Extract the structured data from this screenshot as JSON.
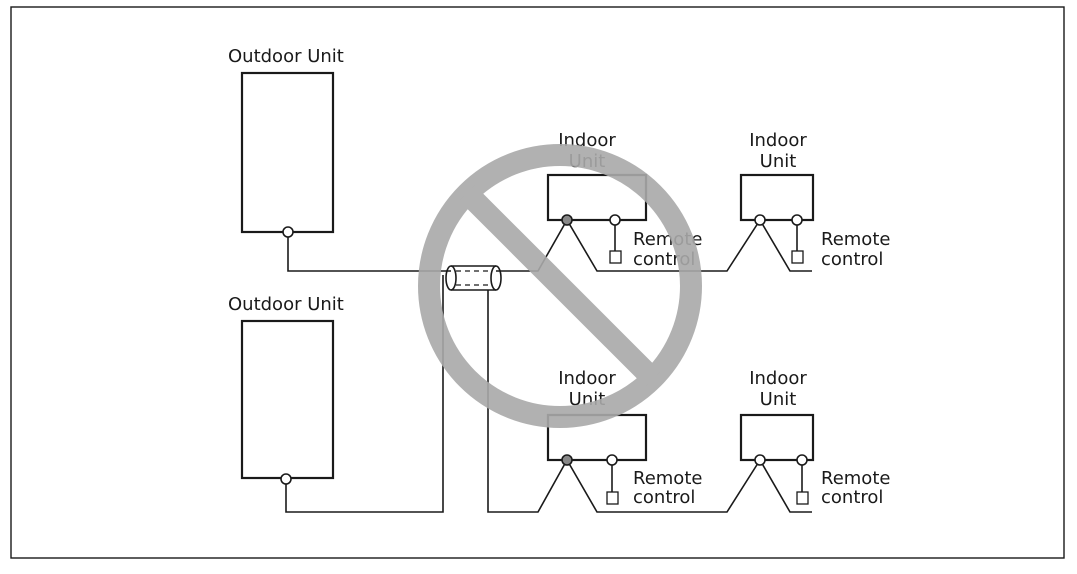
{
  "labels": {
    "outdoor_unit": "Outdoor Unit",
    "indoor": "Indoor",
    "unit": "Unit",
    "remote": "Remote",
    "control": "control"
  },
  "colors": {
    "line": "#1a1a1a",
    "prohibition": "#a9a9a9",
    "terminal_shaded": "#888888"
  },
  "icons": {
    "prohibition": "prohibition-sign-icon",
    "shielded_cable": "shielded-cable-icon"
  }
}
